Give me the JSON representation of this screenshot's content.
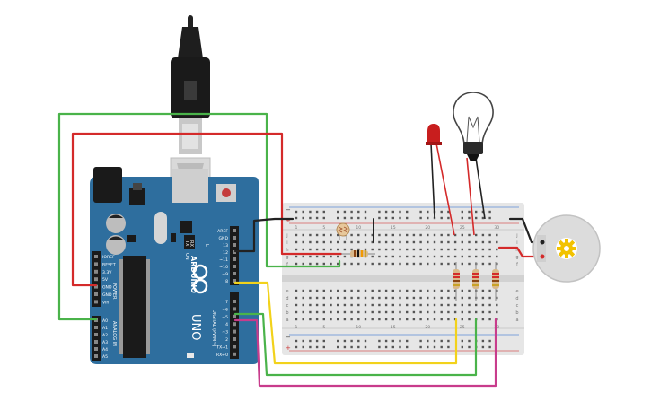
{
  "arduino": {
    "brand": "ARDUINO",
    "model": "UNO",
    "left_pins": [
      "IOREF",
      "RESET",
      "3.3V",
      "5V",
      "GND",
      "GND",
      "Vin"
    ],
    "analog_pins": [
      "A0",
      "A1",
      "A2",
      "A3",
      "A4",
      "A5"
    ],
    "power_label": "POWER",
    "analog_label": "ANALOG IN",
    "top_pins": [
      "AREF",
      "GND",
      "13",
      "12",
      "~11",
      "~10",
      "~9",
      "8"
    ],
    "bottom_pins": [
      "7",
      "~6",
      "~5",
      "4",
      "~3",
      "2",
      "TX→1",
      "RX←0"
    ],
    "digital_label": "DIGITAL (PWM~)",
    "tx_label": "TX",
    "rx_label": "RX",
    "l_label": "L",
    "on_label": "ON"
  },
  "breadboard": {
    "row_letters_top": [
      "j",
      "i",
      "h",
      "g",
      "f"
    ],
    "row_letters_bottom": [
      "e",
      "d",
      "c",
      "b",
      "a"
    ],
    "column_numbers": [
      "1",
      "5",
      "10",
      "15",
      "20",
      "25",
      "30"
    ],
    "rail_plus": "+",
    "rail_minus": "−"
  },
  "colors": {
    "board_blue": "#2e6e9e",
    "wire_red": "#d42a2a",
    "wire_green": "#4ab34a",
    "wire_black": "#222222",
    "wire_yellow": "#f2d21b",
    "wire_magenta": "#c83c8c",
    "breadboard": "#e6e6e6"
  }
}
